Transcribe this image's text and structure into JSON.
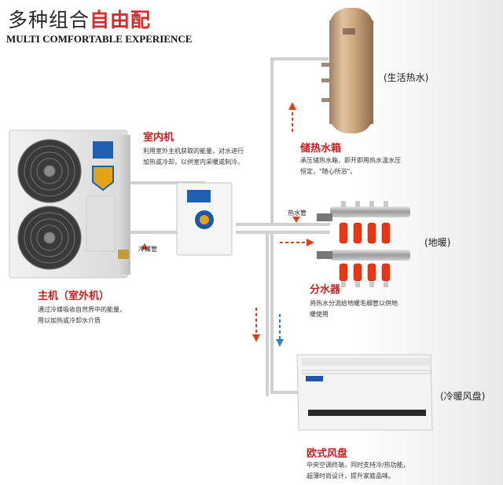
{
  "header": {
    "title_plain": "多种组合",
    "title_highlight": "自由配",
    "subtitle": "MULTI COMFORTABLE EXPERIENCE"
  },
  "outdoor_unit": {
    "heading": "主机（室外机）",
    "desc_line1": "通过冷媒吸收自然界中的能量，",
    "desc_line2": "用以加热或冷却水介质"
  },
  "indoor_unit": {
    "heading": "室内机",
    "desc_line1": "利用室外主机获取的能量，对水进行",
    "desc_line2": "加热或冷却，以供室内采暖或制冷。"
  },
  "pipe_labels": {
    "refrigerant": "冷媒管",
    "hot_water": "热水管"
  },
  "tank": {
    "tag": "(生活热水)",
    "heading": "储热水箱",
    "desc_line1": "承压储热水箱，即开即用热水温水压",
    "desc_line2": "恒定，\"随心所浴\"。"
  },
  "manifold": {
    "tag": "(地暖)",
    "heading": "分水器",
    "desc_line1": "将热水分流给地暖毛细管以供地",
    "desc_line2": "暖使用"
  },
  "fan_coil": {
    "tag": "(冷暖风盘)",
    "heading": "欧式风盘",
    "desc_line1": "中央空调终端，同时支持冷/热功能，",
    "desc_line2": "超薄时尚设计，提升家庭品味。"
  },
  "colors": {
    "accent_red": "#c61f1f",
    "pipe": "#cfcfcf",
    "arrow_up": "#d8451c",
    "arrow_down": "#2b82c9",
    "tank_gold": "#c9a27a"
  }
}
